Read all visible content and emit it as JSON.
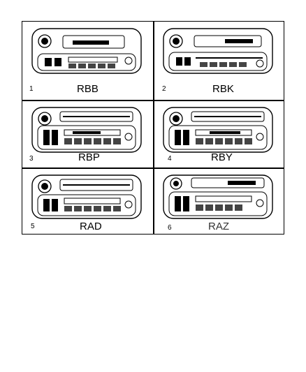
{
  "radios": [
    {
      "index": "1",
      "code": "RBB"
    },
    {
      "index": "2",
      "code": "RBK"
    },
    {
      "index": "3",
      "code": "RBP"
    },
    {
      "index": "4",
      "code": "RBY"
    },
    {
      "index": "5",
      "code": "RAD"
    },
    {
      "index": "6",
      "code": "RAZ"
    }
  ]
}
